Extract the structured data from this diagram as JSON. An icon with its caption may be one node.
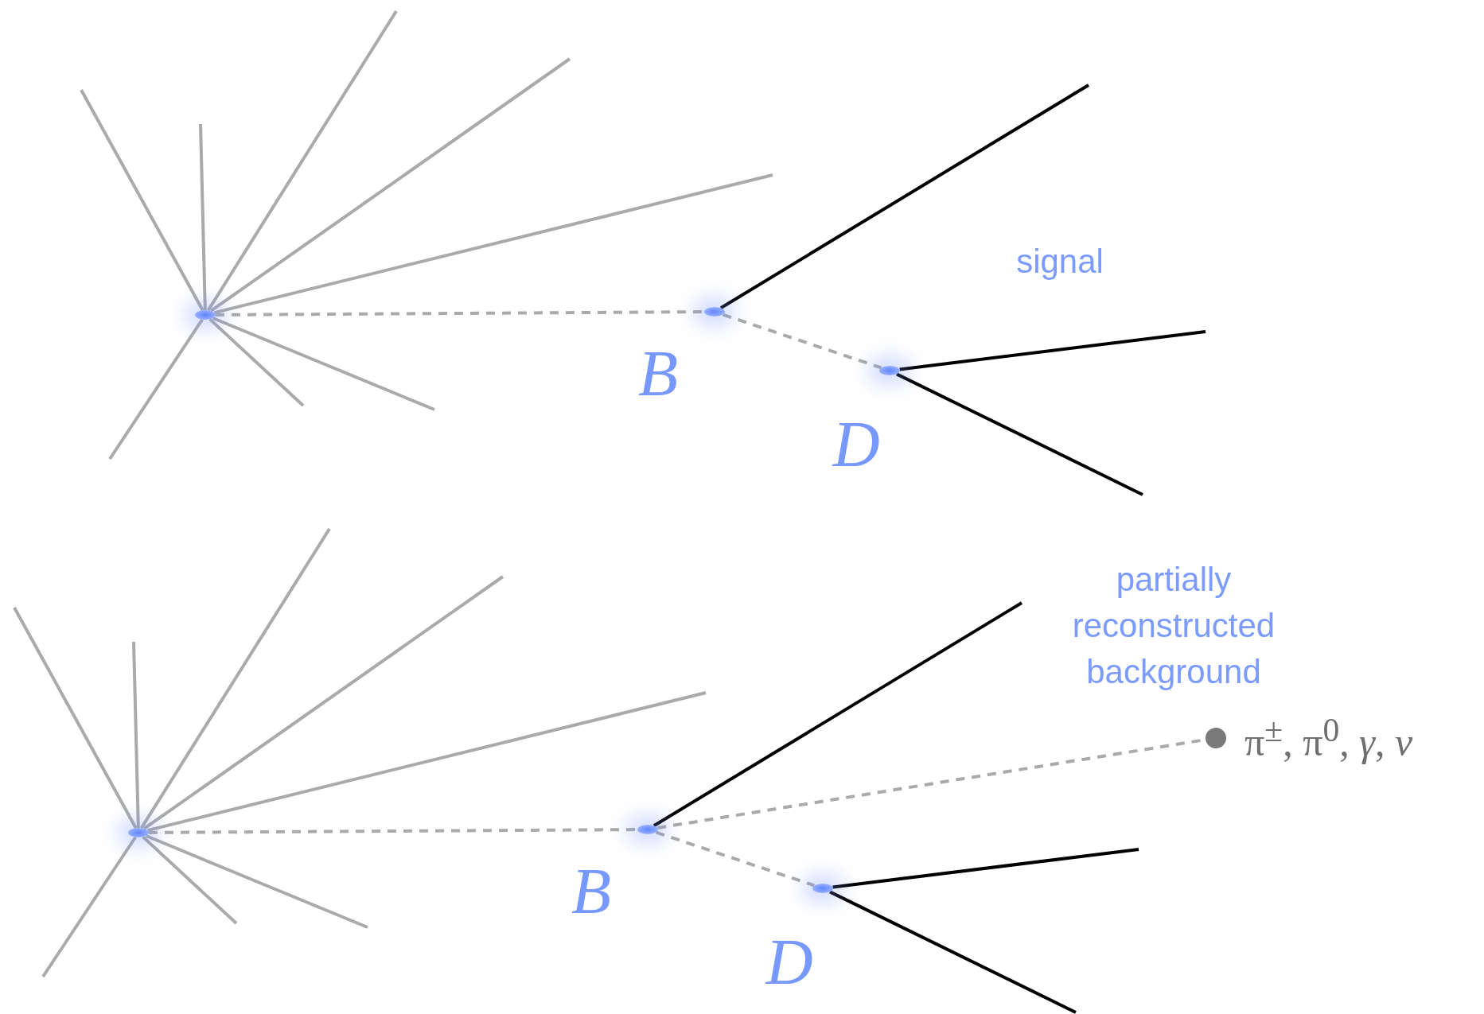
{
  "diagram": {
    "nodes": [
      {
        "text": [],
        "shape": "circle"
      },
      {
        "text": [],
        "shape": "circle",
        "beside": [
          "*B*"
        ]
      },
      {
        "text": [],
        "shape": "circle",
        "beside": [
          "*D*"
        ]
      },
      {
        "text": [],
        "shape": "circle"
      },
      {
        "text": [],
        "shape": "circle",
        "beside": [
          "*B*"
        ]
      },
      {
        "text": [],
        "shape": "circle",
        "beside": [
          "*D*"
        ]
      },
      {
        "text": [],
        "shape": "circle",
        "beside": [
          "π$^{±}$, π$^{0}$, *γ*, *ν*"
        ]
      }
    ],
    "edges": [
      {
        "from": 0,
        "to": null,
        "arrow": "none"
      },
      {
        "from": 0,
        "to": null,
        "arrow": "none"
      },
      {
        "from": 0,
        "to": null,
        "arrow": "none"
      },
      {
        "from": 0,
        "to": null,
        "arrow": "none"
      },
      {
        "from": 0,
        "to": null,
        "arrow": "none"
      },
      {
        "from": 0,
        "to": null,
        "arrow": "none"
      },
      {
        "from": 0,
        "to": null,
        "arrow": "none"
      },
      {
        "from": 0,
        "to": null,
        "arrow": "none"
      },
      {
        "from": 0,
        "to": 1,
        "arrow": "none",
        "style": "dashed"
      },
      {
        "from": 1,
        "to": null,
        "arrow": "none",
        "color": "#000000"
      },
      {
        "from": 1,
        "to": 2,
        "arrow": "none",
        "style": "dashed"
      },
      {
        "from": 2,
        "to": null,
        "arrow": "none",
        "color": "#000000"
      },
      {
        "from": 2,
        "to": null,
        "arrow": "none",
        "color": "#000000"
      },
      {
        "from": 3,
        "to": null,
        "arrow": "none"
      },
      {
        "from": 3,
        "to": null,
        "arrow": "none"
      },
      {
        "from": 3,
        "to": null,
        "arrow": "none"
      },
      {
        "from": 3,
        "to": null,
        "arrow": "none"
      },
      {
        "from": 3,
        "to": null,
        "arrow": "none"
      },
      {
        "from": 3,
        "to": null,
        "arrow": "none"
      },
      {
        "from": 3,
        "to": null,
        "arrow": "none"
      },
      {
        "from": 3,
        "to": null,
        "arrow": "none"
      },
      {
        "from": 3,
        "to": 4,
        "arrow": "none",
        "style": "dashed"
      },
      {
        "from": 4,
        "to": null,
        "arrow": "none",
        "color": "#000000"
      },
      {
        "from": 4,
        "to": 5,
        "arrow": "none",
        "style": "dashed"
      },
      {
        "from": 4,
        "to": 6,
        "arrow": "none",
        "style": "dashed"
      },
      {
        "from": 5,
        "to": null,
        "arrow": "none",
        "color": "#000000"
      },
      {
        "from": 5,
        "to": null,
        "arrow": "none",
        "color": "#000000"
      }
    ],
    "labels": [
      "signal",
      "partially reconstructed background"
    ]
  }
}
